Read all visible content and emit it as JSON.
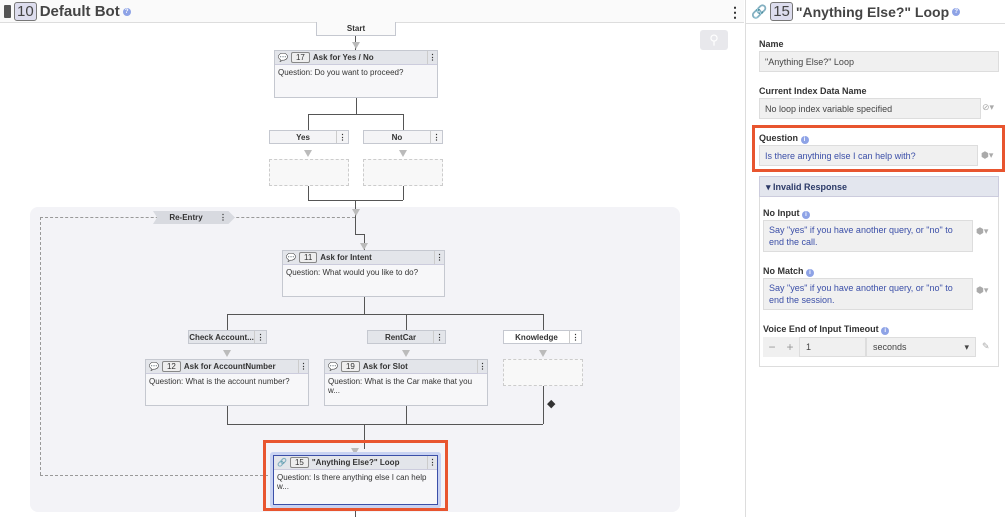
{
  "header": {
    "bot_id": "10",
    "bot_name": "Default Bot"
  },
  "canvas": {
    "start_label": "Start",
    "reentry_label": "Re-Entry",
    "nodes": [
      {
        "id": "17",
        "title": "Ask for Yes / No",
        "question": "Question: Do you want to proceed?"
      },
      {
        "id": "11",
        "title": "Ask for Intent",
        "question": "Question: What would you like to do?"
      },
      {
        "id": "12",
        "title": "Ask for AccountNumber",
        "question": "Question: What is the account number?"
      },
      {
        "id": "19",
        "title": "Ask for Slot",
        "question": "Question: What is the Car make that you w..."
      },
      {
        "id": "15",
        "title": "\"Anything Else?\" Loop",
        "question": "Question: Is there anything else I can help w..."
      }
    ],
    "branches": {
      "yes": "Yes",
      "no": "No",
      "check_account": "Check Account...",
      "rentcar": "RentCar",
      "knowledge": "Knowledge"
    }
  },
  "panel": {
    "id": "15",
    "title": "\"Anything Else?\" Loop",
    "name_label": "Name",
    "name_value": "\"Anything Else?\" Loop",
    "index_label": "Current Index Data Name",
    "index_value": "No loop index variable specified",
    "question_label": "Question",
    "question_value": "Is there anything else I can help with?",
    "invalid_response_label": "Invalid Response",
    "no_input_label": "No Input",
    "no_input_value": "Say \"yes\" if you have another query, or \"no\" to end the call.",
    "no_match_label": "No Match",
    "no_match_value": "Say \"yes\" if you have another query, or \"no\" to end the session.",
    "timeout_label": "Voice End of Input Timeout",
    "timeout_value": "1",
    "timeout_unit": "seconds"
  },
  "colors": {
    "highlight": "#e8552f",
    "accent": "#3b4fa8"
  }
}
